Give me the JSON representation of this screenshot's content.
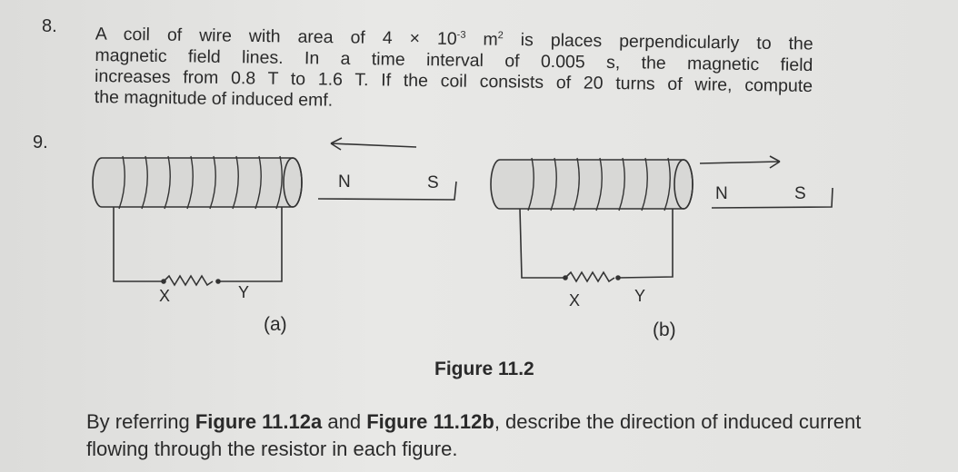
{
  "q8": {
    "number": "8.",
    "line1_pre": "A coil of wire with area of 4 × 10",
    "line1_exp": "-3",
    "line1_unit": " m",
    "line1_unit_exp": "2",
    "line1_post": " is places perpendicularly to the",
    "line2": "magnetic field lines. In a time interval of 0.005 s, the magnetic field",
    "line3": "increases from 0.8 T to 1.6 T. If the coil consists of 20 turns of wire, compute",
    "line4": "the magnitude of induced emf."
  },
  "q9": {
    "number": "9.",
    "figure_a": {
      "label": "(a)",
      "x_label": "X",
      "y_label": "Y",
      "magnet_n": "N",
      "magnet_s": "S",
      "arrow_direction": "left"
    },
    "figure_b": {
      "label": "(b)",
      "x_label": "X",
      "y_label": "Y",
      "magnet_n": "N",
      "magnet_s": "S",
      "arrow_direction": "right"
    },
    "figure_caption": "Figure 11.2",
    "question_pre": "By referring ",
    "ref_a": "Figure 11.12a",
    "question_mid": " and ",
    "ref_b": "Figure 11.12b",
    "question_post": ", describe the direction of induced current flowing through the resistor in each figure."
  }
}
